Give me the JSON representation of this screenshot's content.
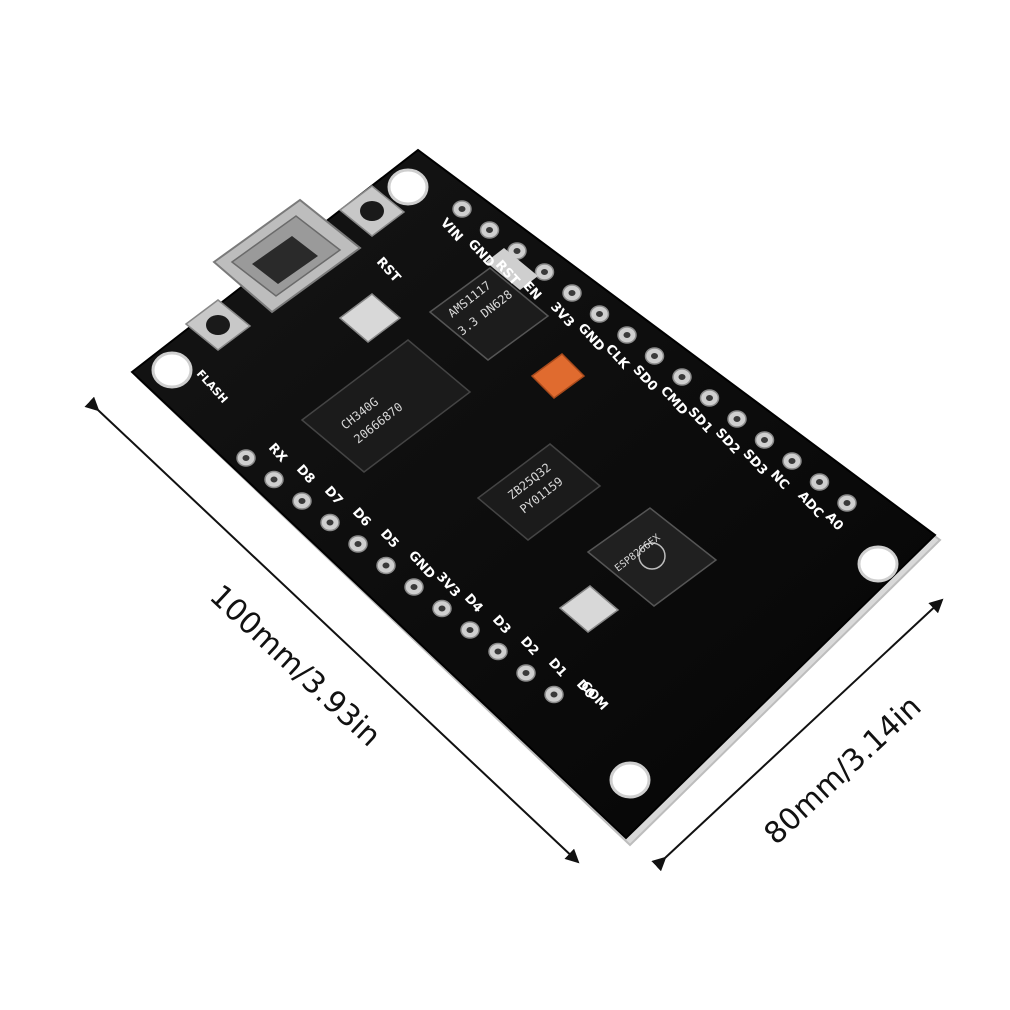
{
  "product": {
    "top_pins": [
      "VIN",
      "GND",
      "RST",
      "EN",
      "3V3",
      "GND",
      "CLK",
      "SD0",
      "CMD",
      "SD1",
      "SD2",
      "SD3",
      "NC",
      "ADC",
      "A0"
    ],
    "bottom_pins": [
      "RX",
      "D8",
      "D7",
      "D6",
      "D5",
      "GND",
      "3V3",
      "D4",
      "D3",
      "D2",
      "D1",
      "D0"
    ],
    "extra_labels": {
      "rst_button": "RST",
      "flash_button": "FLASH",
      "com_label": "COM"
    },
    "chips": {
      "regulator_line1": "AMS1117",
      "regulator_line2": "3.3 DN628",
      "usb_serial_line1": "CH340G",
      "usb_serial_line2": "20666870",
      "flash_line1": "ZB25Q32",
      "flash_line2": "PY01159",
      "wifi_line1": "ESP8266EX"
    }
  },
  "dimensions": {
    "length_label": "100mm/3.93in",
    "width_label": "80mm/3.14in"
  },
  "colors": {
    "pcb": "#0c0c0c",
    "pcb_edge": "#d9d9d9",
    "silkscreen": "#ffffff",
    "pad": "#cfcfcf",
    "resistor": "#e06b2f",
    "arrow": "#111111"
  }
}
